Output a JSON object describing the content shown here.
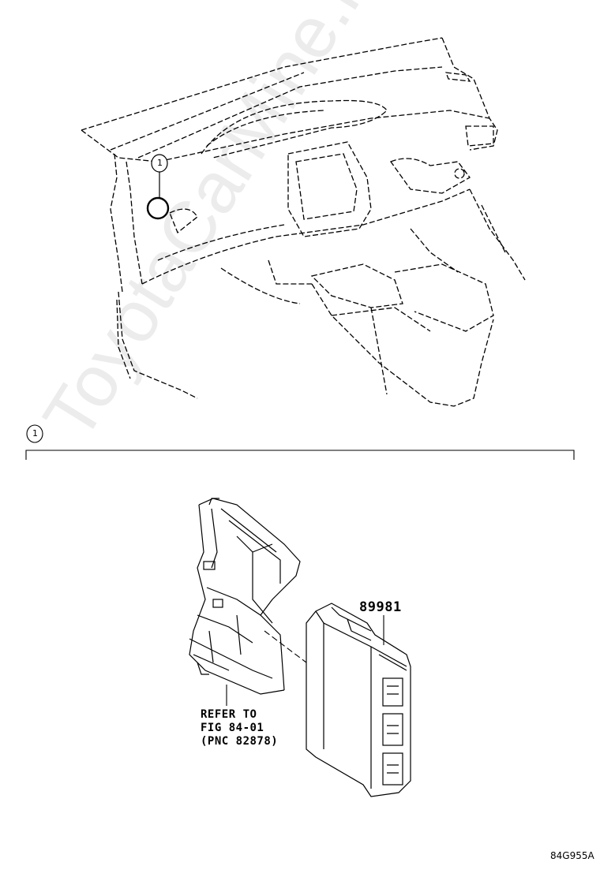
{
  "callouts": [
    {
      "marker": "1"
    },
    {
      "marker": "1"
    }
  ],
  "part_number": "89981",
  "reference_note": {
    "line1": "REFER TO",
    "line2": "FIG 84-01",
    "line3": "(PNC 82878)"
  },
  "figure_code": "84G955A",
  "watermark": "ToyotaCarMine.ru"
}
